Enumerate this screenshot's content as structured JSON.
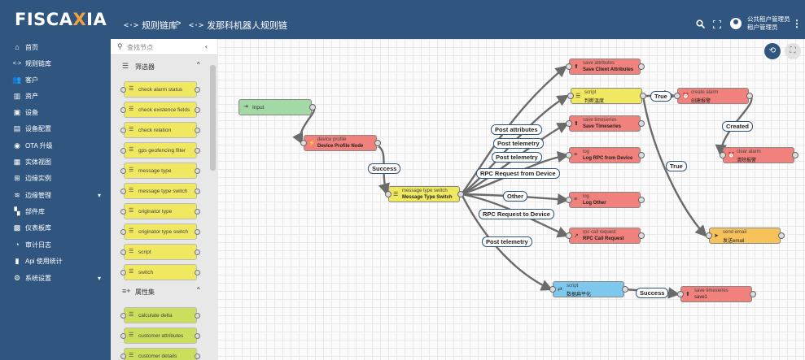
{
  "app": {
    "logo_text": "FISCA",
    "logo_x": "X",
    "logo_rest": "IA"
  },
  "header": {
    "crumb1_icon": "<·>",
    "crumb1": "规则链库",
    "sep": ">",
    "crumb2_icon": "<·>",
    "crumb2": "发那科机器人规则链",
    "search_icon": "search-icon",
    "fullscreen_icon": "fullscreen-icon",
    "user_line1": "公共租户管理员",
    "user_line2": "租户管理员"
  },
  "nav": [
    {
      "label": "首页",
      "icon": "home-icon"
    },
    {
      "label": "规则链库",
      "icon": "code-icon"
    },
    {
      "label": "客户",
      "icon": "people-icon"
    },
    {
      "label": "资产",
      "icon": "domain-icon"
    },
    {
      "label": "设备",
      "icon": "devices-icon"
    },
    {
      "label": "设备配置",
      "icon": "device-profile-icon"
    },
    {
      "label": "OTA 升级",
      "icon": "ota-icon"
    },
    {
      "label": "实体视图",
      "icon": "view-icon"
    },
    {
      "label": "边缘实例",
      "icon": "edge-icon"
    },
    {
      "label": "边缘管理",
      "icon": "router-icon",
      "expand": true
    },
    {
      "label": "部件库",
      "icon": "widgets-icon"
    },
    {
      "label": "仪表板库",
      "icon": "dashboard-icon"
    },
    {
      "label": "审计日志",
      "icon": "audit-icon"
    },
    {
      "label": "Api 使用统计",
      "icon": "api-icon"
    },
    {
      "label": "系统设置",
      "icon": "settings-icon",
      "expand": true
    }
  ],
  "library": {
    "search_placeholder": "查找节点",
    "group1": "筛选器",
    "filters": [
      "check alarm status",
      "check existence fields",
      "check relation",
      "gps geofencing filter",
      "message type",
      "message type switch",
      "originator type",
      "originator type switch",
      "script",
      "switch"
    ],
    "group2": "属性集",
    "enrichment": [
      "calculate delta",
      "customer attributes",
      "customer details"
    ],
    "filter_color": "#f1e861",
    "enrich_color": "#cdde5c"
  },
  "chain": {
    "nodes": {
      "input": {
        "title": "Input"
      },
      "device_profile": {
        "type": "device profile",
        "name": "Device Profile Node"
      },
      "msg_switch": {
        "type": "message type switch",
        "name": "Message Type Switch"
      },
      "save_attr": {
        "type": "save attributes",
        "name": "Save Client Attributes"
      },
      "script1": {
        "type": "script",
        "name": "判断温度"
      },
      "save_ts": {
        "type": "save timeseries",
        "name": "Save Timeseries"
      },
      "log_rpc": {
        "type": "log",
        "name": "Log RPC from Device"
      },
      "log_other": {
        "type": "log",
        "name": "Log Other"
      },
      "rpc_call": {
        "type": "rpc call request",
        "name": "RPC Call Request"
      },
      "script2": {
        "type": "script",
        "name": "数据扁平化"
      },
      "save_ts2": {
        "type": "save timeseries",
        "name": "save1"
      },
      "create_alarm": {
        "type": "create alarm",
        "name": "创建报警"
      },
      "clear_alarm": {
        "type": "clear alarm",
        "name": "清除报警"
      },
      "send_email": {
        "type": "send email",
        "name": "发送email"
      }
    },
    "labels": {
      "success1": "Success",
      "post_attr": "Post attributes",
      "post_tel1": "Post telemetry",
      "post_tel2": "Post telemetry",
      "rpc_from": "RPC Request from Device",
      "other": "Other",
      "rpc_to": "RPC Request to Device",
      "post_tel3": "Post telemetry",
      "true1": "True",
      "true2": "True",
      "created": "Created",
      "success2": "Success"
    },
    "colors": {
      "input": "#a3d9a5",
      "enrich": "#f0817c",
      "filter": "#f1e861",
      "transform": "#7dc8ec",
      "external": "#f7c259",
      "edge": "#6b6b6b"
    }
  }
}
